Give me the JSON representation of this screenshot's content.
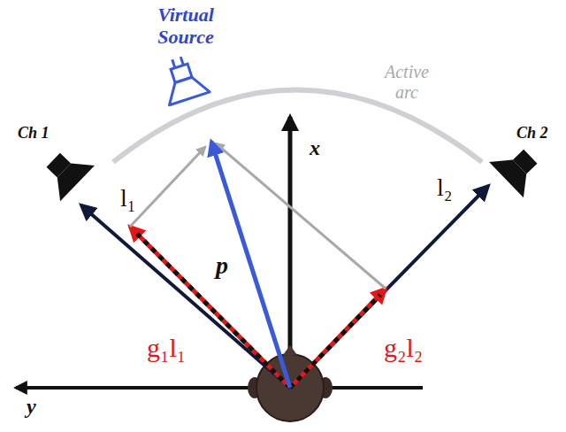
{
  "diagram": {
    "labels": [
      "Virtual Source",
      "Active arc",
      "Ch 1",
      "Ch 2",
      "l₁",
      "l₂",
      "p",
      "x",
      "y",
      "g₁l₁",
      "g₂l₂"
    ]
  }
}
